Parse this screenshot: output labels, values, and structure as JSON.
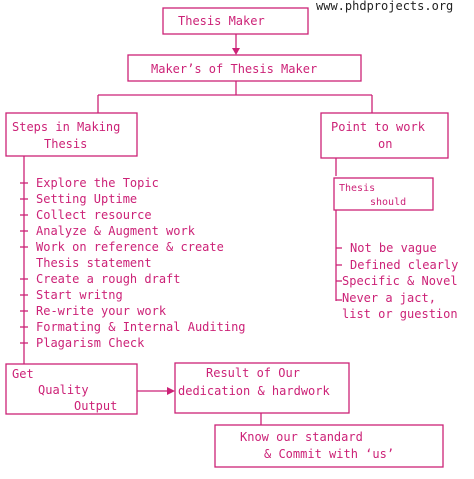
{
  "watermark": "www.phdprojects.org",
  "nodes": {
    "thesis_maker": "Thesis Maker",
    "makers": "Maker’s of Thesis Maker",
    "steps": [
      "Steps in Making",
      "Thesis"
    ],
    "point": [
      "Point to work",
      "on"
    ],
    "should": [
      "Thesis",
      "should"
    ],
    "get_quality": [
      "Get",
      "Quality",
      "Output"
    ],
    "result": [
      "Result of Our",
      "dedication & hardwork"
    ],
    "know": [
      "Know our standard",
      "& Commit with ‘us’"
    ]
  },
  "steps_list": [
    "Explore the Topic",
    "Setting Uptime",
    "Collect resource",
    "Analyze & Augment work",
    "Work on reference & create",
    "Thesis statement",
    "Create a rough draft",
    "Start writng",
    "Re-write your work",
    "Formating & Internal Auditing",
    "Plagarism Check"
  ],
  "should_list": [
    "Not be vague",
    "Defined clearly",
    "Specific & Novel",
    "Never a jact,",
    "list or guestion"
  ],
  "colors": {
    "accent": "#cc2277"
  }
}
